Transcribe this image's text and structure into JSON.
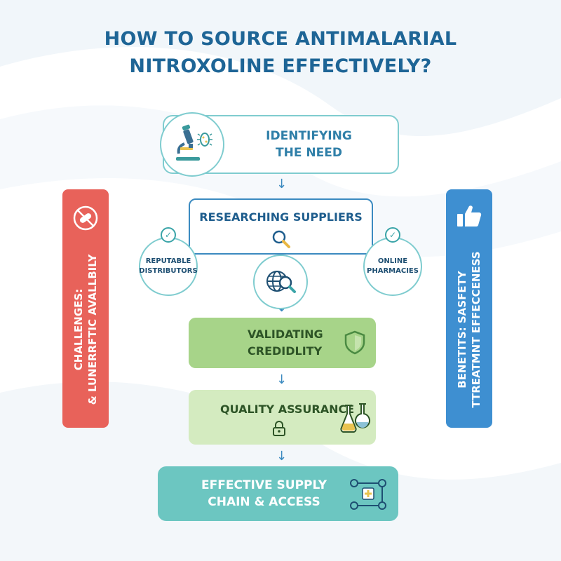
{
  "title": {
    "line1": "HOW TO SOURCE ANTIMALARIAL",
    "line2": "NITROXOLINE EFFECTIVELY?"
  },
  "steps": {
    "identify": {
      "line1": "IDENTIFYING",
      "line2": "THE NEED",
      "icon": "microscope-icon"
    },
    "research": {
      "label": "RESEARCHING SUPPLIERS",
      "icon": "magnifier-icon"
    },
    "distributors": {
      "line1": "REPUTABLE",
      "line2": "DISTRIBUTORS"
    },
    "pharmacies": {
      "line1": "ONLINE",
      "line2": "PHARMACIES"
    },
    "validate": {
      "line1": "VALIDATING",
      "line2": "CREDIDLITY",
      "icon": "shield-icon"
    },
    "quality": {
      "label": "QUALITY ASSURANCE",
      "icon": "flask-icon"
    },
    "effective": {
      "line1": "EFFECTIVE SUPPLY",
      "line2": "CHAIN & ACCESS",
      "icon": "network-plus-icon"
    }
  },
  "challenges": {
    "line1": "CHALLENGES:",
    "line2": "& LUNERRFTIC  AVALLBILY",
    "icon": "no-pill-icon"
  },
  "benefits": {
    "line1": "BENETITS: SASFETY",
    "line2": "TTREATMNT  EFFECCENESS",
    "icon": "thumbs-up-icon"
  },
  "colors": {
    "title": "#1e6596",
    "teal_border": "#7fcccf",
    "blue_border": "#3b8ac0",
    "green": "#a7d489",
    "light_green": "#d4ebc0",
    "teal_fill": "#6cc6c1",
    "red": "#e8625a",
    "blue": "#3e8fd1"
  }
}
